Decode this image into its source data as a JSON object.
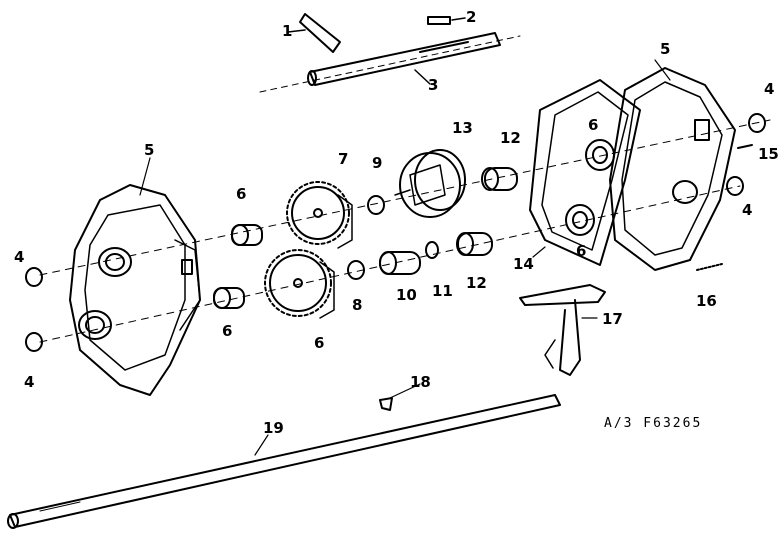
{
  "diagram": {
    "callouts": [
      {
        "id": "c1",
        "text": "1"
      },
      {
        "id": "c2",
        "text": "2"
      },
      {
        "id": "c3",
        "text": "3"
      },
      {
        "id": "c4a",
        "text": "4"
      },
      {
        "id": "c4b",
        "text": "4"
      },
      {
        "id": "c4c",
        "text": "4"
      },
      {
        "id": "c4d",
        "text": "4"
      },
      {
        "id": "c5a",
        "text": "5"
      },
      {
        "id": "c5b",
        "text": "5"
      },
      {
        "id": "c6a",
        "text": "6"
      },
      {
        "id": "c6b",
        "text": "6"
      },
      {
        "id": "c6c",
        "text": "6"
      },
      {
        "id": "c6d",
        "text": "6"
      },
      {
        "id": "c6e",
        "text": "6"
      },
      {
        "id": "c7",
        "text": "7"
      },
      {
        "id": "c8",
        "text": "8"
      },
      {
        "id": "c9",
        "text": "9"
      },
      {
        "id": "c10",
        "text": "10"
      },
      {
        "id": "c11",
        "text": "11"
      },
      {
        "id": "c12a",
        "text": "12"
      },
      {
        "id": "c12b",
        "text": "12"
      },
      {
        "id": "c13",
        "text": "13"
      },
      {
        "id": "c14",
        "text": "14"
      },
      {
        "id": "c15",
        "text": "15"
      },
      {
        "id": "c16",
        "text": "16"
      },
      {
        "id": "c17",
        "text": "17"
      },
      {
        "id": "c18",
        "text": "18"
      },
      {
        "id": "c19",
        "text": "19"
      }
    ],
    "figure_code": "A/3  F63265",
    "line_color": "#000000",
    "background": "#ffffff"
  }
}
